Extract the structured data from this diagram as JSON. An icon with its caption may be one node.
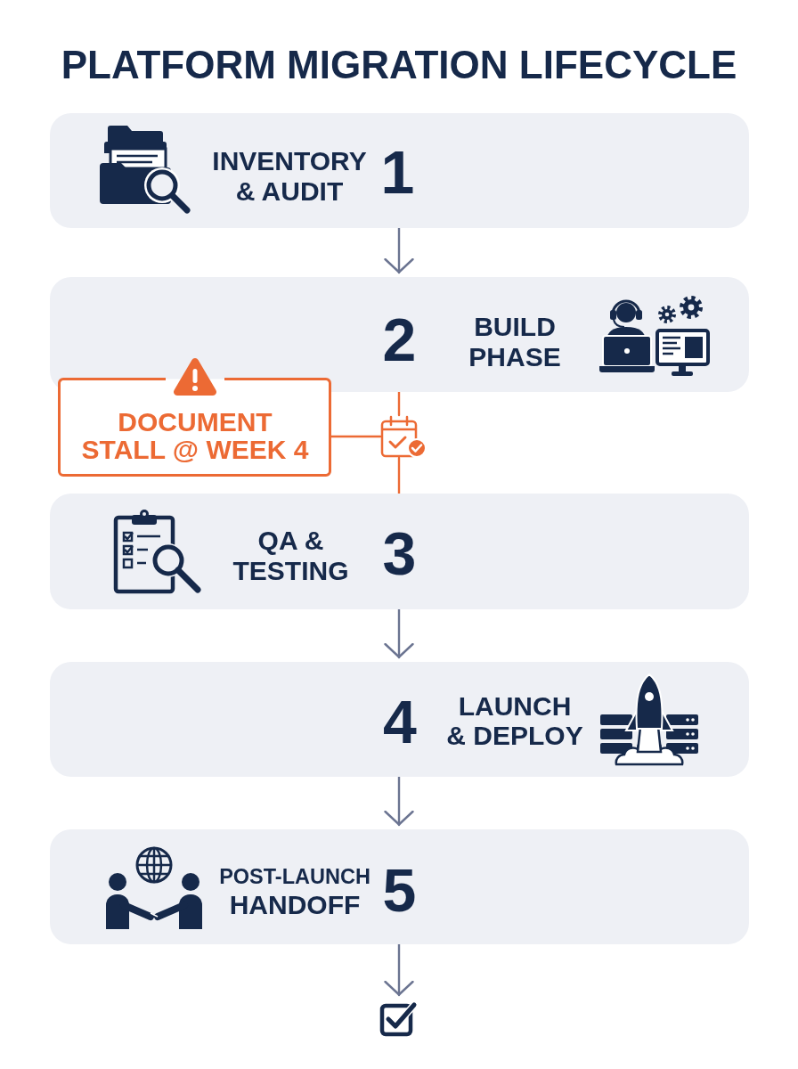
{
  "diagram": {
    "title": "PLATFORM MIGRATION LIFECYCLE",
    "nodes": [
      {
        "text": [
          "INVENTORY & AUDIT",
          "1"
        ]
      },
      {
        "text": [
          "2",
          "BUILD PHASE"
        ]
      },
      {
        "text": [
          "DOCUMENT STALL @ WEEK 4"
        ]
      },
      {
        "text": [],
        "shape": "picture"
      },
      {
        "text": [
          "QA & TESTING",
          "3"
        ]
      },
      {
        "text": [
          "4",
          "LAUNCH & DEPLOY"
        ]
      },
      {
        "text": [
          "POST-LAUNCH HANDOFF",
          "5"
        ]
      },
      {
        "text": [],
        "shape": "picture"
      }
    ],
    "edges": [
      {
        "from": 0,
        "to": 1,
        "arrow": "to"
      },
      {
        "from": 1,
        "to": 3,
        "arrow": "none",
        "color": "#ec6a34"
      },
      {
        "from": 2,
        "to": 3,
        "arrow": "none",
        "color": "#ec6a34"
      },
      {
        "from": 3,
        "to": 4,
        "arrow": "none",
        "color": "#ec6a34"
      },
      {
        "from": 4,
        "to": 5,
        "arrow": "to"
      },
      {
        "from": 5,
        "to": 6,
        "arrow": "to"
      },
      {
        "from": 6,
        "to": 7,
        "arrow": "to"
      }
    ]
  }
}
